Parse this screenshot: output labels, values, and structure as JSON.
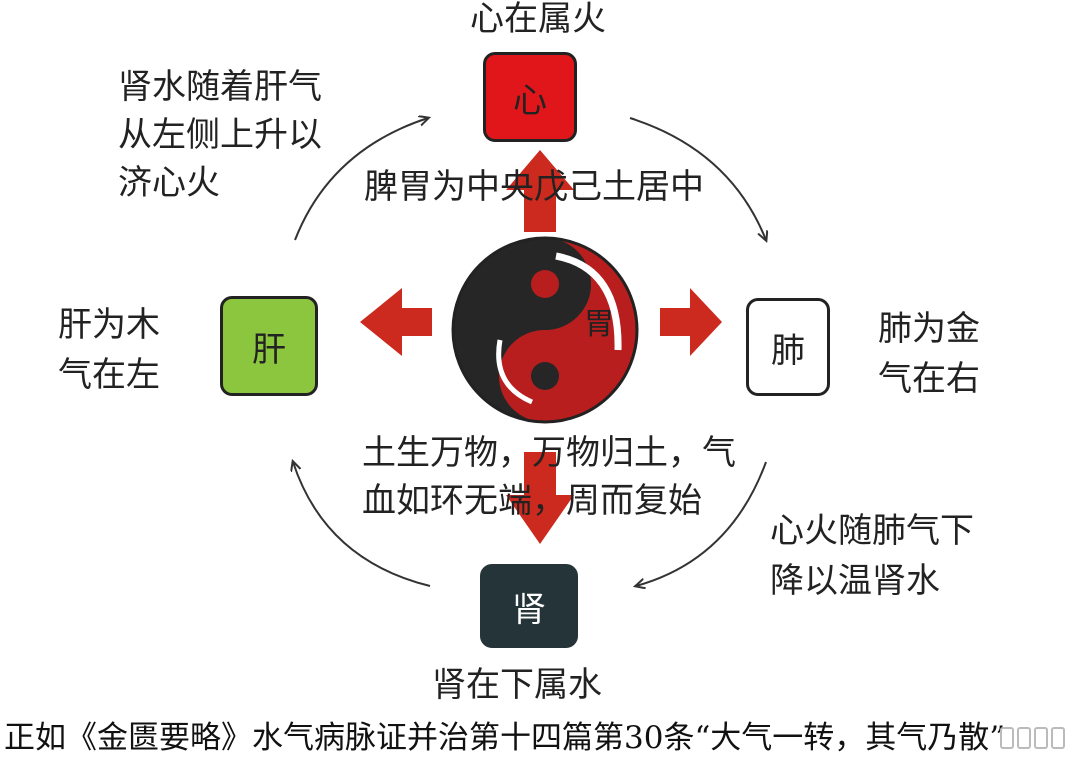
{
  "colors": {
    "heart": "#e0161b",
    "liver": "#8cc63f",
    "lung": "#ffffff",
    "kidney": "#243438",
    "arrow": "#cc2a1e",
    "outline": "#222222",
    "curve": "#333333"
  },
  "organs": {
    "heart": "心",
    "liver": "肝",
    "lung": "肺",
    "kidney": "肾",
    "stomach": "胃"
  },
  "labels": {
    "heart_top": "心在属火",
    "kidney_bottom": "肾在下属水",
    "liver_side": [
      "肝为木",
      "气在左"
    ],
    "lung_side": [
      "肺为金",
      "气在右"
    ],
    "left_flow": [
      "肾水随着肝气",
      "从左侧上升以",
      "济心火"
    ],
    "right_flow": [
      "心火随肺气下",
      "降以温肾水"
    ],
    "center": "脾胃为中央戊己土居中",
    "cycle": [
      "土生万物，万物归土，气",
      "血如环无端，周而复始"
    ]
  },
  "footer": "正如《金匮要略》水气病脉证并治第十四篇第30条“大气一转，其气乃散”"
}
